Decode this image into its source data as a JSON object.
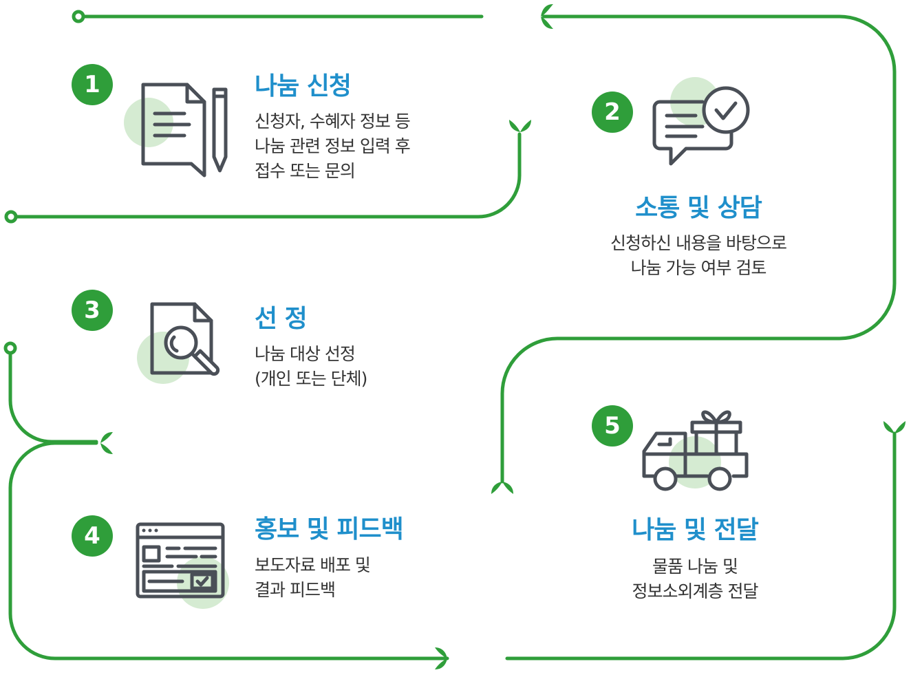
{
  "colors": {
    "path": "#2f9e3a",
    "title": "#1f8fcb",
    "text": "#333333",
    "icon": "#4a4f57",
    "highlight": "#d5ebd2"
  },
  "steps": [
    {
      "number": "1",
      "title": "나눔 신청",
      "desc": [
        "신청자, 수혜자 정보 등",
        "나눔 관련 정보 입력 후",
        "접수 또는 문의"
      ],
      "icon": "document-pen-icon"
    },
    {
      "number": "2",
      "title": "소통 및 상담",
      "desc": [
        "신청하신 내용을 바탕으로",
        "나눔 가능 여부 검토"
      ],
      "icon": "chat-check-icon"
    },
    {
      "number": "3",
      "title": "선 정",
      "desc": [
        "나눔 대상 선정",
        "(개인 또는 단체)"
      ],
      "icon": "document-search-icon"
    },
    {
      "number": "4",
      "title": "홍보 및 피드백",
      "desc": [
        "보도자료 배포 및",
        "결과 피드백"
      ],
      "icon": "browser-window-icon"
    },
    {
      "number": "5",
      "title": "나눔 및 전달",
      "desc": [
        "물품 나눔 및",
        "정보소외계층 전달"
      ],
      "icon": "gift-truck-icon"
    }
  ]
}
